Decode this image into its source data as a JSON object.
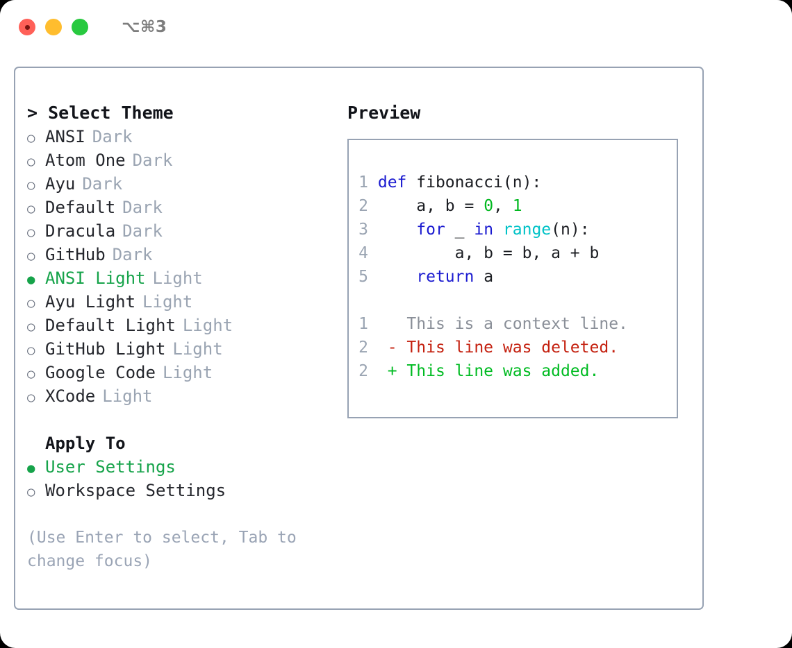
{
  "titlebar": {
    "shortcut": "⌥⌘3",
    "buttons": [
      {
        "name": "close",
        "color": "#ff6058"
      },
      {
        "name": "minimize",
        "color": "#ffbd2e"
      },
      {
        "name": "zoom",
        "color": "#28c93f"
      }
    ]
  },
  "theme_picker": {
    "heading": "> Select Theme",
    "bullet_unselected": "○",
    "bullet_selected": "●",
    "items": [
      {
        "bullet": "○",
        "label": "ANSI",
        "tag": "Dark",
        "selected": false
      },
      {
        "bullet": "○",
        "label": "Atom One",
        "tag": "Dark",
        "selected": false
      },
      {
        "bullet": "○",
        "label": "Ayu",
        "tag": "Dark",
        "selected": false
      },
      {
        "bullet": "○",
        "label": "Default",
        "tag": "Dark",
        "selected": false
      },
      {
        "bullet": "○",
        "label": "Dracula",
        "tag": "Dark",
        "selected": false
      },
      {
        "bullet": "○",
        "label": "GitHub",
        "tag": "Dark",
        "selected": false
      },
      {
        "bullet": "●",
        "label": "ANSI Light",
        "tag": "Light",
        "selected": true
      },
      {
        "bullet": "○",
        "label": "Ayu Light",
        "tag": "Light",
        "selected": false
      },
      {
        "bullet": "○",
        "label": "Default Light",
        "tag": "Light",
        "selected": false
      },
      {
        "bullet": "○",
        "label": "GitHub Light",
        "tag": "Light",
        "selected": false
      },
      {
        "bullet": "○",
        "label": "Google Code",
        "tag": "Light",
        "selected": false
      },
      {
        "bullet": "○",
        "label": "XCode",
        "tag": "Light",
        "selected": false
      }
    ]
  },
  "apply_to": {
    "heading": "Apply To",
    "options": [
      {
        "bullet": "●",
        "label": "User Settings",
        "selected": true
      },
      {
        "bullet": "○",
        "label": "Workspace Settings",
        "selected": false
      }
    ]
  },
  "help_text": "(Use Enter to select, Tab to change focus)",
  "preview": {
    "heading": "Preview",
    "code_lines": [
      {
        "number": "1",
        "tokens": [
          {
            "t": "def",
            "c": "kw"
          },
          {
            "t": " fibonacci(n):",
            "c": "plain"
          }
        ]
      },
      {
        "number": "2",
        "tokens": [
          {
            "t": "    a, b = ",
            "c": "plain"
          },
          {
            "t": "0",
            "c": "num"
          },
          {
            "t": ", ",
            "c": "plain"
          },
          {
            "t": "1",
            "c": "num"
          }
        ]
      },
      {
        "number": "3",
        "tokens": [
          {
            "t": "    ",
            "c": "plain"
          },
          {
            "t": "for",
            "c": "kw"
          },
          {
            "t": " _ ",
            "c": "plain"
          },
          {
            "t": "in",
            "c": "kw"
          },
          {
            "t": " ",
            "c": "plain"
          },
          {
            "t": "range",
            "c": "fn"
          },
          {
            "t": "(n):",
            "c": "plain"
          }
        ]
      },
      {
        "number": "4",
        "tokens": [
          {
            "t": "        a, b = b, a + b",
            "c": "plain"
          }
        ]
      },
      {
        "number": "5",
        "tokens": [
          {
            "t": "    ",
            "c": "plain"
          },
          {
            "t": "return",
            "c": "kw"
          },
          {
            "t": " a",
            "c": "plain"
          }
        ]
      }
    ],
    "diff_lines": [
      {
        "number": "1",
        "marker": "  ",
        "text": "This is a context line.",
        "kind": "ctx"
      },
      {
        "number": "2",
        "marker": "- ",
        "text": "This line was deleted.",
        "kind": "del"
      },
      {
        "number": "2",
        "marker": "+ ",
        "text": "This line was added.",
        "kind": "add"
      }
    ]
  },
  "colors": {
    "accent_green": "#16a34a",
    "keyword_blue": "#1a1ad0",
    "function_cyan": "#00c2c7",
    "number_green": "#00b81f",
    "diff_deleted_red": "#c4200f",
    "diff_added_green": "#00bb22",
    "muted_gray": "#9aa4b2",
    "border_gray": "#97a2b3"
  }
}
